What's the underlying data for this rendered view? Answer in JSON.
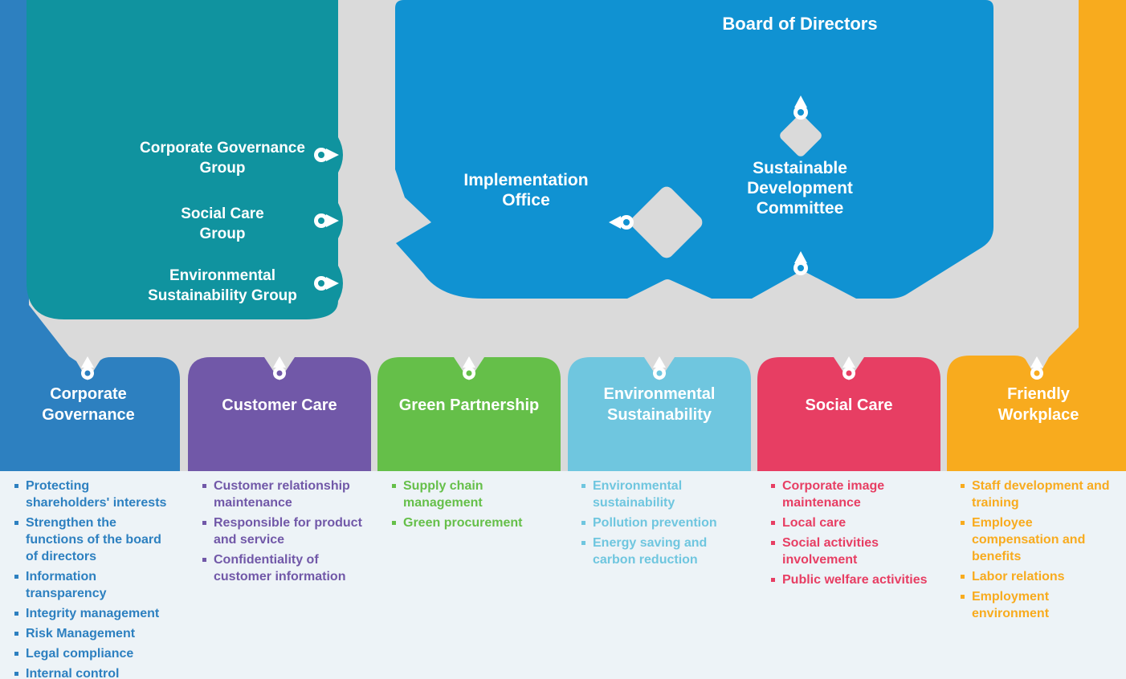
{
  "colors": {
    "background_top": "#dadada",
    "background_bottom": "#edf3f7",
    "white": "#ffffff",
    "teal": "#10939f",
    "main_blue": "#1092d2",
    "corporate_blue": "#2d80c0",
    "purple": "#7158a8",
    "green": "#65bf49",
    "light_blue": "#6fc6df",
    "pink": "#e73e63",
    "orange": "#f8ab1e"
  },
  "governance": {
    "board": "Board of Directors",
    "committee": "Sustainable\nDevelopment\nCommittee",
    "office": "Implementation\nOffice",
    "groups": [
      {
        "label": "Corporate Governance\nGroup"
      },
      {
        "label": "Social Care\nGroup"
      },
      {
        "label": "Environmental\nSustainability Group"
      }
    ]
  },
  "pillars": [
    {
      "title": "Corporate\nGovernance",
      "items": [
        "Protecting shareholders' interests",
        "Strengthen the functions of the board of directors",
        "Information transparency",
        "Integrity management",
        "Risk Management",
        "Legal compliance",
        "Internal control"
      ]
    },
    {
      "title": "Customer Care",
      "items": [
        "Customer relationship maintenance",
        "Responsible for product and service",
        "Confidentiality of customer information"
      ]
    },
    {
      "title": "Green Partnership",
      "items": [
        "Supply chain management",
        "Green procurement"
      ]
    },
    {
      "title": "Environmental\nSustainability",
      "items": [
        "Environmental sustainability",
        "Pollution prevention",
        "Energy saving and carbon reduction"
      ]
    },
    {
      "title": "Social Care",
      "items": [
        "Corporate image maintenance",
        "Local care",
        "Social activities involvement",
        "Public welfare activities"
      ]
    },
    {
      "title": "Friendly\nWorkplace",
      "items": [
        "Staff development and training",
        "Employee compensation and benefits",
        "Labor relations",
        "Employment environment"
      ]
    }
  ]
}
